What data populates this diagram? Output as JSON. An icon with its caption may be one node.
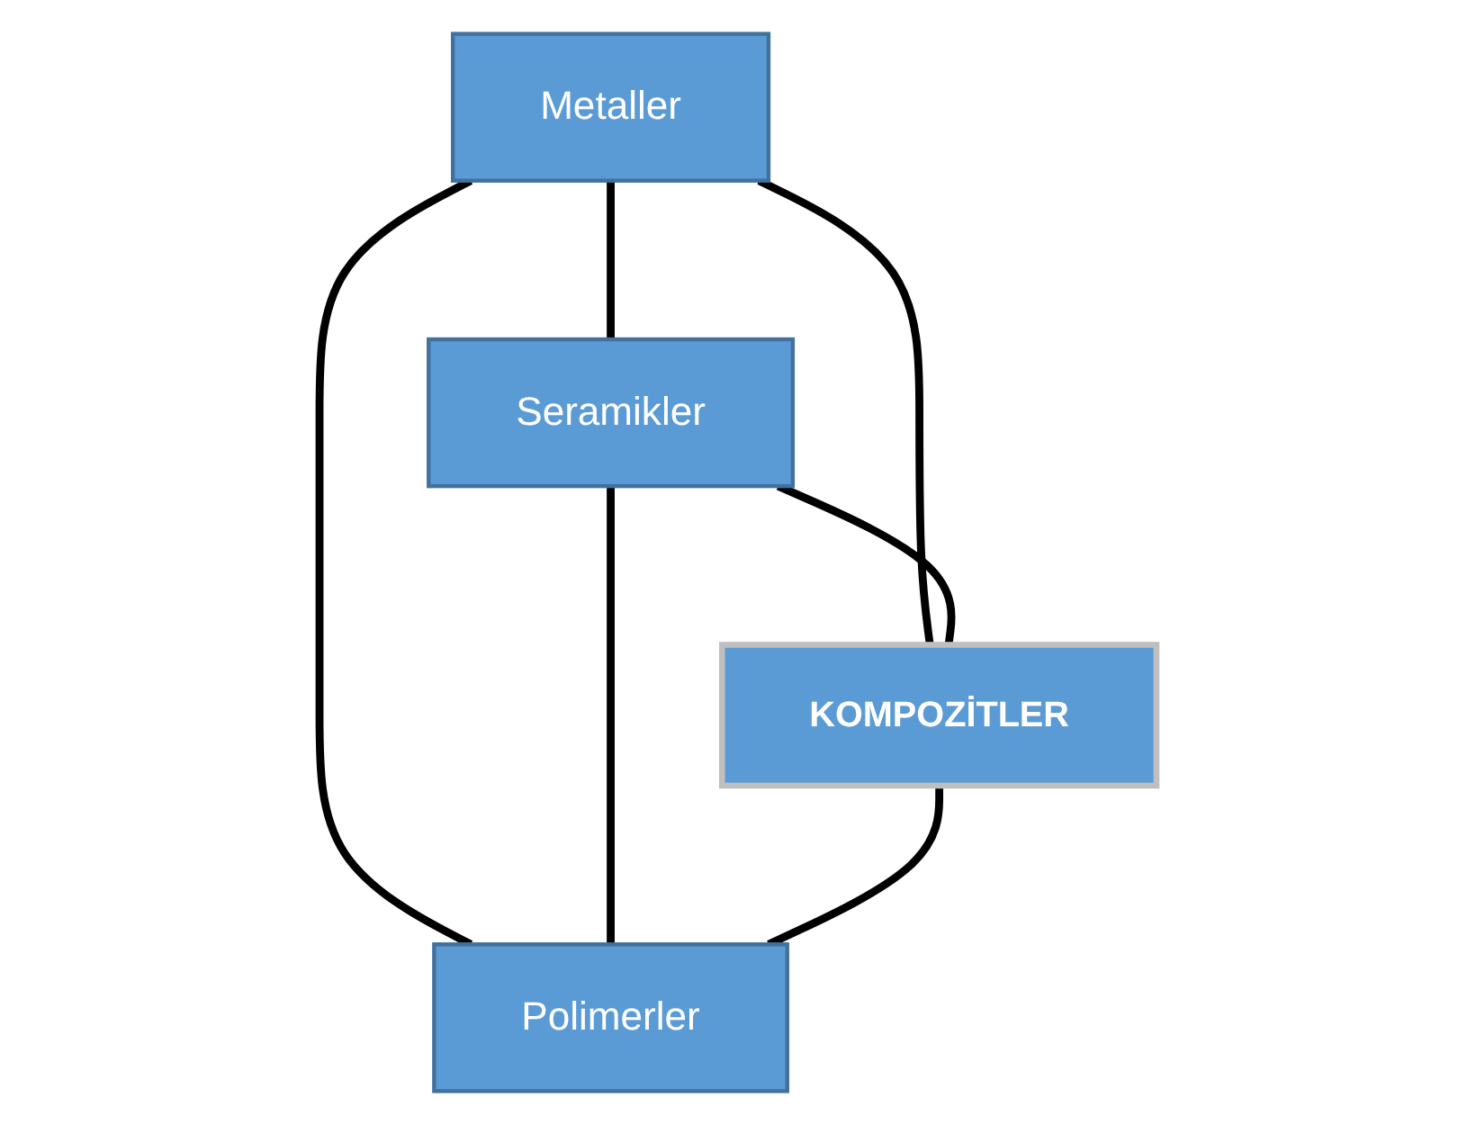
{
  "diagram": {
    "nodes": [
      {
        "text": [
          "Metaller"
        ]
      },
      {
        "text": [
          "Seramikler"
        ]
      },
      {
        "text": [
          "KOMPOZİTLER"
        ]
      },
      {
        "text": [
          "Polimerler"
        ]
      }
    ],
    "edges": [
      {
        "from": 0,
        "to": 1,
        "arrow": "none"
      },
      {
        "from": 0,
        "to": 2,
        "arrow": "none"
      },
      {
        "from": 0,
        "to": 3,
        "arrow": "none"
      },
      {
        "from": 1,
        "to": 2,
        "arrow": "none"
      },
      {
        "from": 1,
        "to": 3,
        "arrow": "none"
      },
      {
        "from": 2,
        "to": 3,
        "arrow": "none"
      }
    ]
  }
}
